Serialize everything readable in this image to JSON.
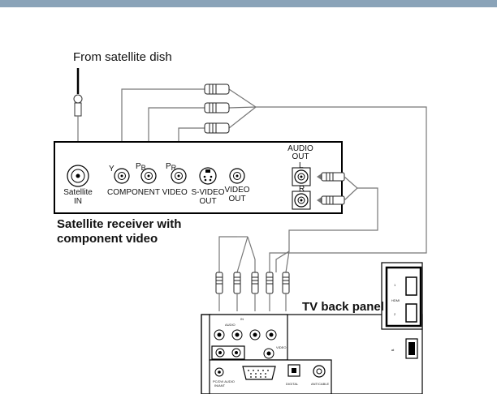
{
  "colors": {
    "header_bar": "#8aa3b8",
    "line": "#000000",
    "cable": "#777777"
  },
  "labels": {
    "source": "From satellite dish",
    "satellite_in_1": "Satellite",
    "satellite_in_2": "IN",
    "y": "Y",
    "pb": "P",
    "pb_sub": "B",
    "pr": "P",
    "pr_sub": "R",
    "component_video": "COMPONENT VIDEO",
    "svideo_1": "S-VIDEO",
    "svideo_2": "OUT",
    "video_1": "VIDEO",
    "video_2": "OUT",
    "audio_out_1": "AUDIO",
    "audio_out_2": "OUT",
    "left": "L",
    "right": "R",
    "receiver_1": "Satellite receiver with",
    "receiver_2": "component video",
    "tv_back_panel": "TV back panel"
  },
  "tv_panel": {
    "audio": "AUDIO",
    "in_label": "IN",
    "video": "VIDEO",
    "pc_audio_1": "PC/DVI AUDIO",
    "pc_audio_2": "IN/ANT",
    "digital": "DIGITAL",
    "ant_cable": "ANT/CABLE",
    "hdmi": "HDMI",
    "hdmi_1": "1",
    "hdmi_2": "2"
  }
}
